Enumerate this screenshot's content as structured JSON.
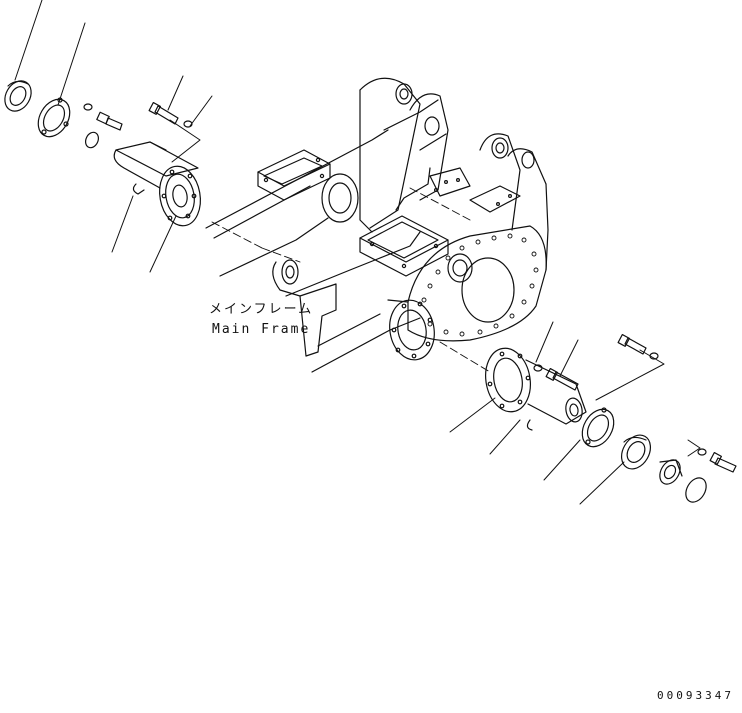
{
  "frame_label": {
    "japanese": "メインフレーム",
    "english": "Main Frame"
  },
  "figure_number": "00093347",
  "colors": {
    "ink": "#111111",
    "background": "#ffffff"
  }
}
